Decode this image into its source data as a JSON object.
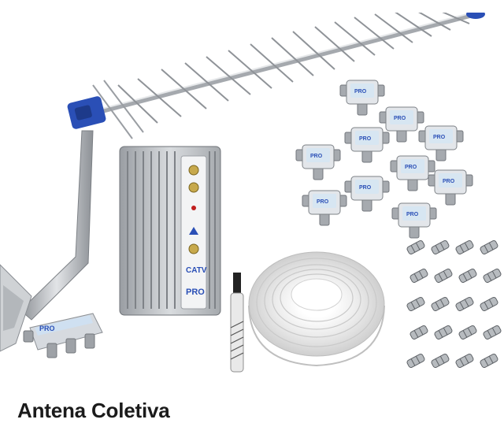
{
  "listing": {
    "title": "Antena Coletiva",
    "image_alt": "Antena Coletiva",
    "brand_logo_text": "PRO",
    "amplifier_label": "CATV"
  },
  "colors": {
    "bracket_blue": "#2a4fb6",
    "metal": "#b9bcc0",
    "cable_white": "#f2f2f2",
    "splitter_label": "#d7e6f2"
  },
  "icons": [
    "antenna-icon",
    "amplifier-icon",
    "splitter-icon",
    "cable-coil-icon",
    "connector-icon"
  ]
}
